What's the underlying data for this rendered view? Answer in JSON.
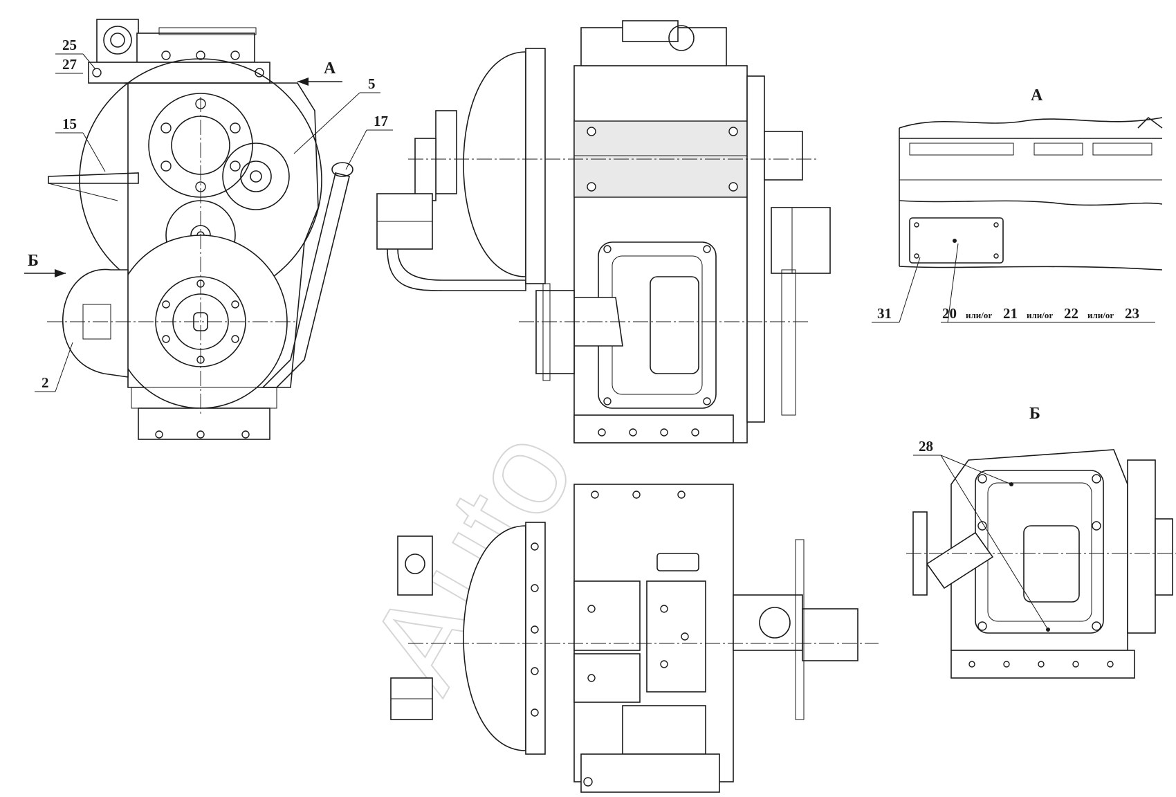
{
  "views": {
    "view_a": "А",
    "view_b": "Б"
  },
  "callouts": {
    "c25": "25",
    "c27": "27",
    "c15": "15",
    "c5": "5",
    "c17": "17",
    "c2": "2",
    "c31": "31",
    "c28": "28",
    "c20": "20",
    "c21": "21",
    "c22": "22",
    "c23": "23"
  },
  "connectors": {
    "or1": "или/or",
    "or2": "или/or",
    "or3": "или/or"
  },
  "watermark": "Auto"
}
